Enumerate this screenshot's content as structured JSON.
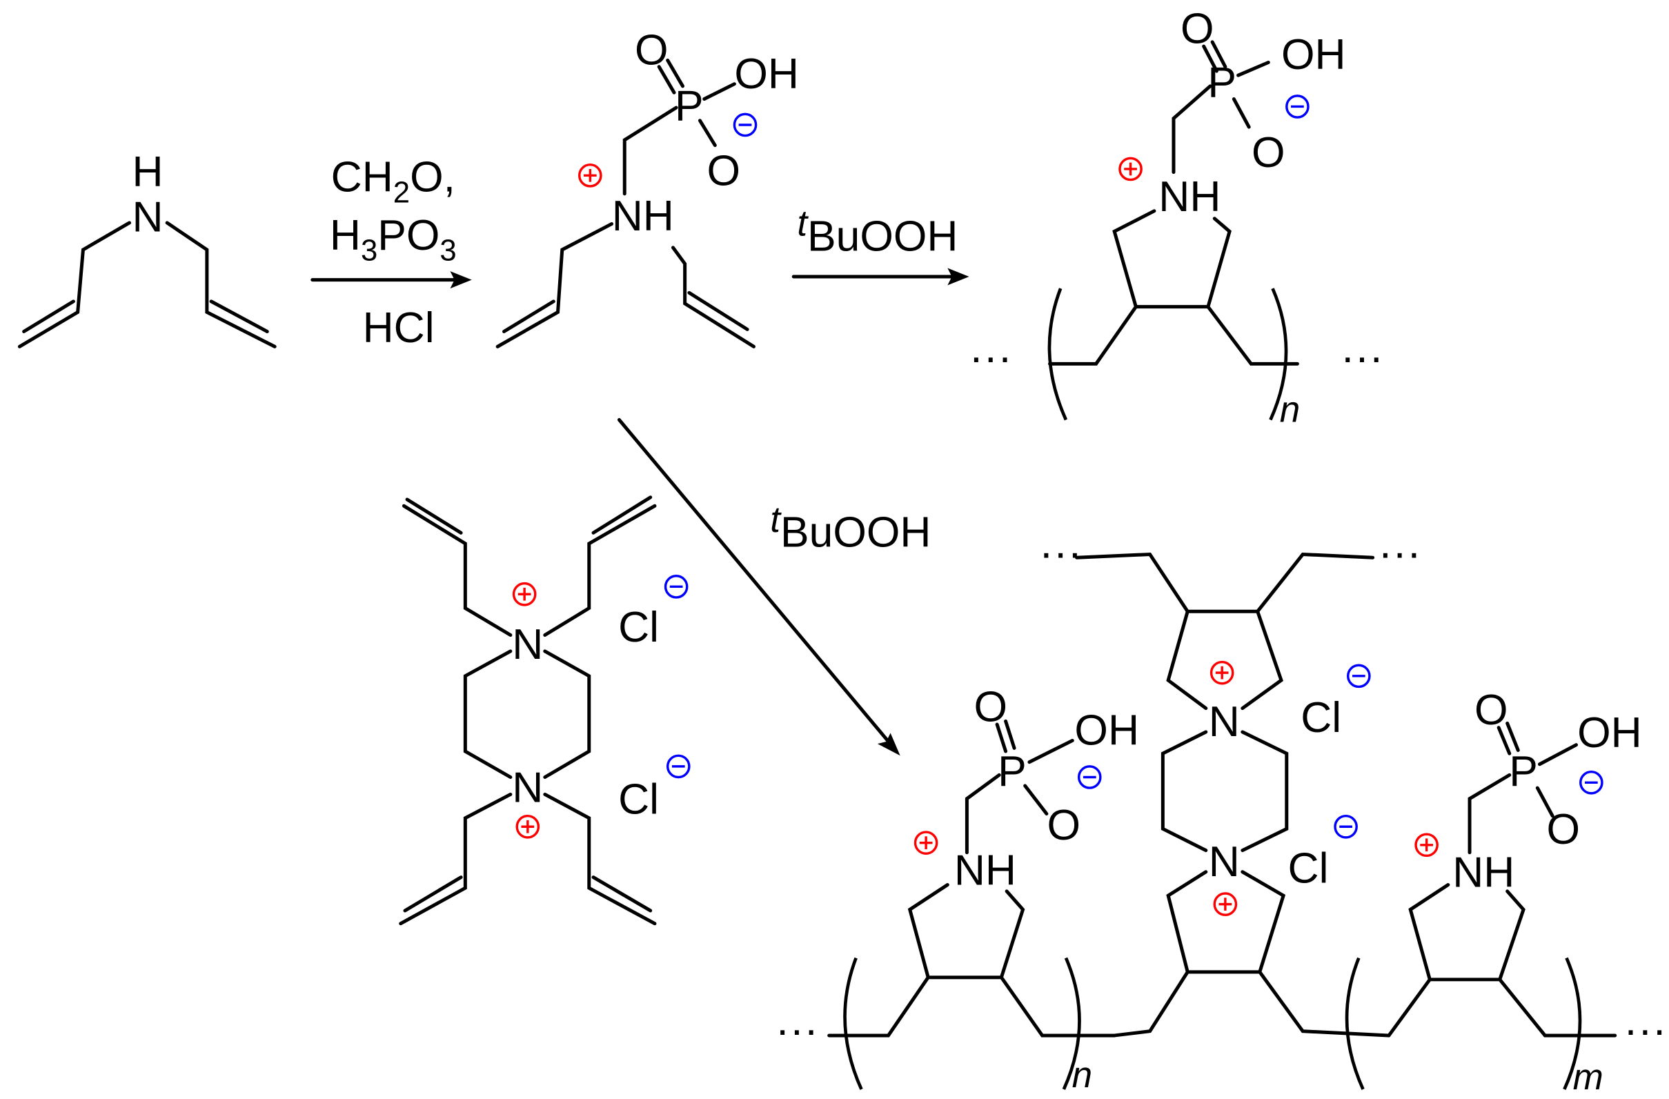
{
  "colors": {
    "cation": "#ff0000",
    "anion": "#0000ff",
    "ink": "#000000"
  },
  "labels": {
    "H": "H",
    "N": "N",
    "NH": "NH",
    "P": "P",
    "O": "O",
    "OH": "OH",
    "Cl": "Cl",
    "dots": "···",
    "n": "n",
    "m": "m"
  },
  "reagents": {
    "step1_line1_a": "CH",
    "step1_line1_sub": "2",
    "step1_line1_b": "O,",
    "step1_line2_a": "H",
    "step1_line2_sub": "3",
    "step1_line2_b": "PO",
    "step1_line2_sub2": "3",
    "step1_line3": "HCl",
    "oxidant_sup": "t",
    "oxidant": "BuOOH"
  }
}
